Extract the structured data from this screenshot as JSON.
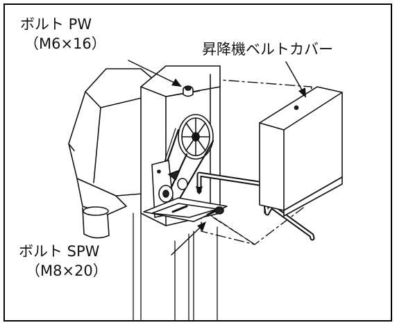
{
  "labels": {
    "bolt_pw_name": "ボルト PW",
    "bolt_pw_spec": "（M6×16）",
    "elevator_belt_cover": "昇降機ベルトカバー",
    "bolt_spw_name": "ボルト SPW",
    "bolt_spw_spec": "（M8×20）"
  },
  "colors": {
    "line": "#111111",
    "background": "#ffffff",
    "frame": "#000000"
  }
}
